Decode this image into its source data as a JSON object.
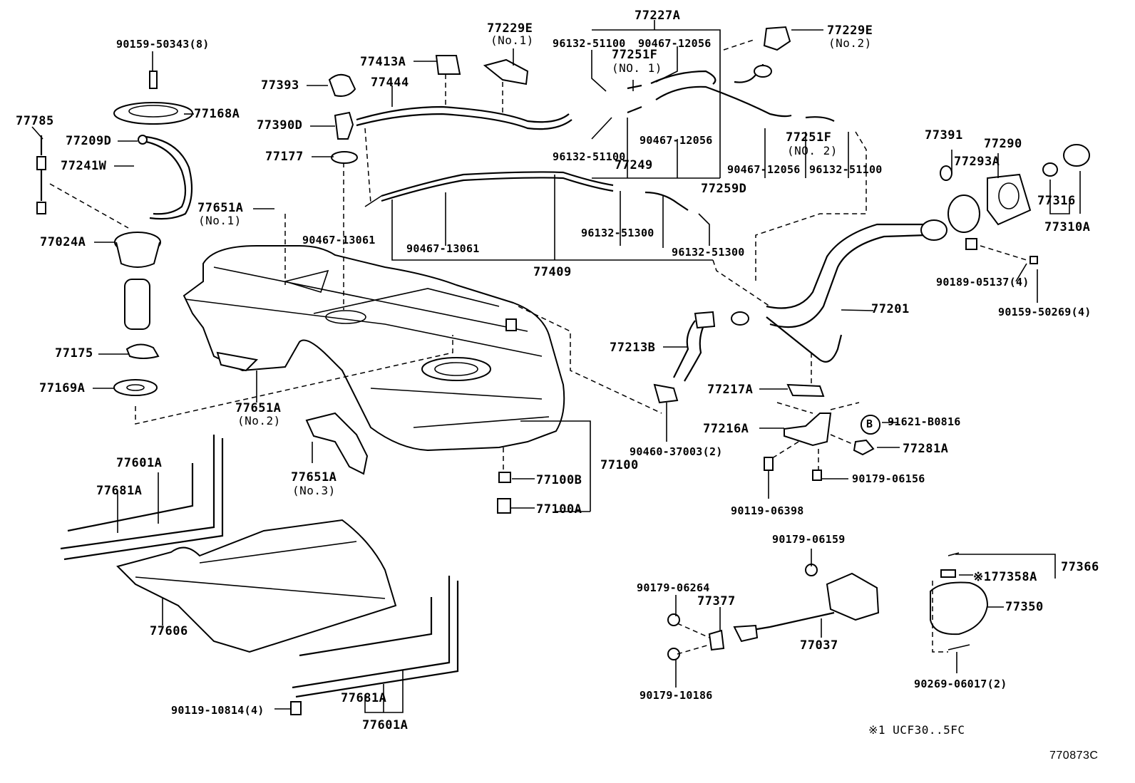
{
  "diagram_code": "770873C",
  "footnote": "※1 UCF30..5FC",
  "circle_b": "B",
  "labels": {
    "p90159_50343": "90159-50343(8)",
    "p77785": "77785",
    "p77168A": "77168A",
    "p77209D": "77209D",
    "p77241W": "77241W",
    "p77393": "77393",
    "p77390D": "77390D",
    "p77177": "77177",
    "p77024A": "77024A",
    "p77175": "77175",
    "p77169A": "77169A",
    "p77651A_1": "77651A",
    "p77651A_1_sub": "(No.1)",
    "p77651A_2": "77651A",
    "p77651A_2_sub": "(No.2)",
    "p77651A_3": "77651A",
    "p77651A_3_sub": "(No.3)",
    "p77413A": "77413A",
    "p77444": "77444",
    "p77229E_1": "77229E",
    "p77229E_1_sub": "(No.1)",
    "p77227A": "77227A",
    "p96132_51100_a": "96132-51100",
    "p90467_12056_a": "90467-12056",
    "p77251F_1": "77251F",
    "p77251F_1_sub": "(NO. 1)",
    "p77229E_2": "77229E",
    "p77229E_2_sub": "(No.2)",
    "p90467_12056_b": "90467-12056",
    "p77251F_2": "77251F",
    "p77251F_2_sub": "(NO. 2)",
    "p96132_51100_b": "96132-51100",
    "p77249": "77249",
    "p90467_12056_c": "90467-12056",
    "p96132_51100_c": "96132-51100",
    "p77259D": "77259D",
    "p90467_13061_a": "90467-13061",
    "p90467_13061_b": "90467-13061",
    "p96132_51300_a": "96132-51300",
    "p96132_51300_b": "96132-51300",
    "p77409": "77409",
    "p77391": "77391",
    "p77290": "77290",
    "p77293A": "77293A",
    "p77316": "77316",
    "p77310A": "77310A",
    "p90189_05137": "90189-05137(4)",
    "p90159_50269": "90159-50269(4)",
    "p77201": "77201",
    "p77213B": "77213B",
    "p77217A": "77217A",
    "p91621_B0816": "91621-B0816",
    "p77216A": "77216A",
    "p77281A": "77281A",
    "p90460_37003": "90460-37003(2)",
    "p90179_06156": "90179-06156",
    "p90119_06398": "90119-06398",
    "p77100": "77100",
    "p77100B": "77100B",
    "p77100A": "77100A",
    "p77601A_a": "77601A",
    "p77681A_a": "77681A",
    "p77606": "77606",
    "p90119_10814": "90119-10814(4)",
    "p77681A_b": "77681A",
    "p77601A_b": "77601A",
    "p90179_06159": "90179-06159",
    "p90179_06264": "90179-06264",
    "p77377": "77377",
    "p77037": "77037",
    "p90179_10186": "90179-10186",
    "p77366": "77366",
    "p77358A": "※177358A",
    "p77350": "77350",
    "p90269_06017": "90269-06017(2)"
  }
}
